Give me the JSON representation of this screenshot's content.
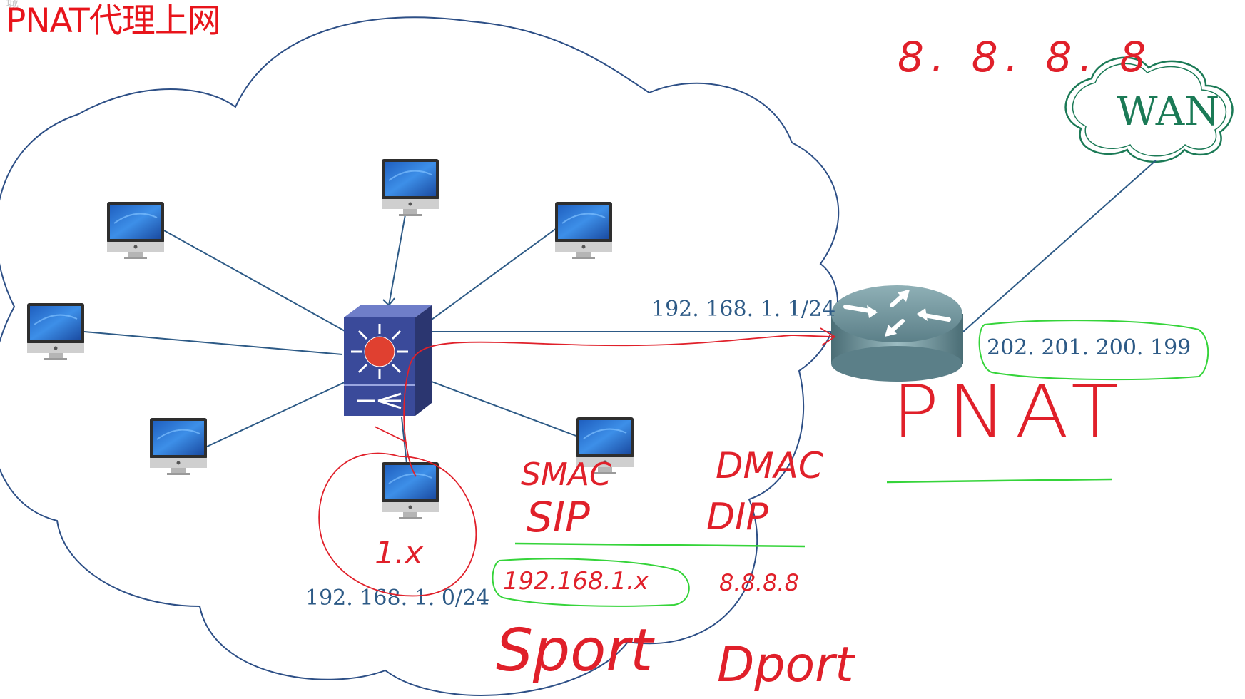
{
  "title": "PNAT代理上网",
  "faint_text": "城",
  "wan_label": "WAN",
  "router_lan_ip": "192. 168. 1. 1/24",
  "router_wan_ip": "202. 201. 200. 199",
  "lan_subnet": "192. 168. 1. 0/24",
  "handwriting": {
    "dns_ip": "8. 8. 8. 8",
    "pnat": "PNAT",
    "smac": "SMAC",
    "dmac": "DMAC",
    "sip": "SIP",
    "dip": "DIP",
    "sip_value": "192.168.1.x",
    "dip_value": "8.8.8.8",
    "host": "1.x",
    "sport": "Sport",
    "dport": "Dport"
  },
  "colors": {
    "title": "#e8141b",
    "links": "#2d5a86",
    "cloud_outline": "#2d4f86",
    "wan_cloud": "#1b7a56",
    "ink_red": "#e0202a",
    "ink_green": "#35d43a",
    "switch_body": "#3a4a9a"
  },
  "icons": [
    "imac-computer-icon",
    "layer3-switch-icon",
    "router-icon",
    "wan-cloud-icon"
  ]
}
